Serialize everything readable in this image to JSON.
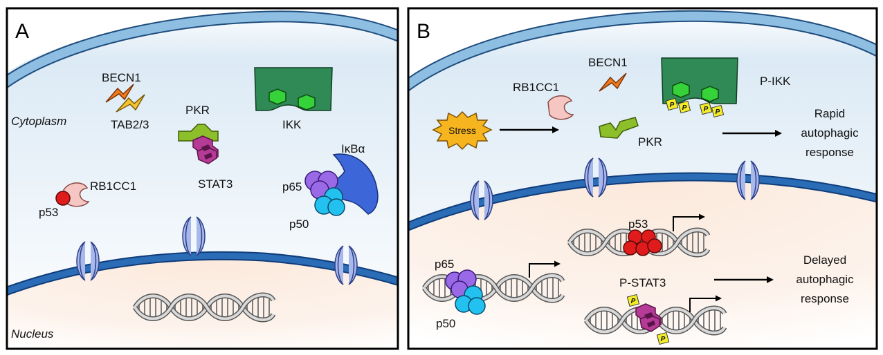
{
  "panel_a": {
    "letter": "A",
    "region_cytoplasm": "Cytoplasm",
    "region_nucleus": "Nucleus",
    "labels": {
      "becn1": "BECN1",
      "tab23": "TAB2/3",
      "pkr": "PKR",
      "stat3": "STAT3",
      "ikk": "IKK",
      "ikba": "IκBα",
      "p65": "p65",
      "p50": "p50",
      "p53": "p53",
      "rb1cc1": "RB1CC1"
    }
  },
  "panel_b": {
    "letter": "B",
    "labels": {
      "rb1cc1": "RB1CC1",
      "becn1": "BECN1",
      "pikk": "P-IKK",
      "stress": "Stress",
      "pkr": "PKR",
      "p53": "p53",
      "p65": "p65",
      "p50": "p50",
      "pstat3": "P-STAT3",
      "phospho": "P"
    },
    "rapid_response": [
      "Rapid",
      "autophagic",
      "response"
    ],
    "delayed_response": [
      "Delayed",
      "autophagic",
      "response"
    ]
  },
  "colors": {
    "membrane_outer": "#8ebfe3",
    "membrane_inner": "#2a6cb5",
    "cytoplasm": "#eef4f9",
    "nucleus": "#fbeee3",
    "pore": "#a9b8ea",
    "becn1": "#f07a1c",
    "tab23": "#f4c430",
    "pkr": "#8dbf2a",
    "stat3": "#b53b96",
    "ikk": "#2f8a55",
    "ikk_subunit": "#36d23a",
    "ikba": "#3d67d8",
    "p65": "#9a6ae6",
    "p50": "#22c1f0",
    "p53": "#e01b1b",
    "rb1cc1": "#f6c6c2",
    "stress": "#f6b41e",
    "phospho": "#f3ec2a"
  },
  "icons": [
    "dna-helix-icon",
    "arrow-icon",
    "transcription-arrow-icon",
    "starburst-icon"
  ]
}
